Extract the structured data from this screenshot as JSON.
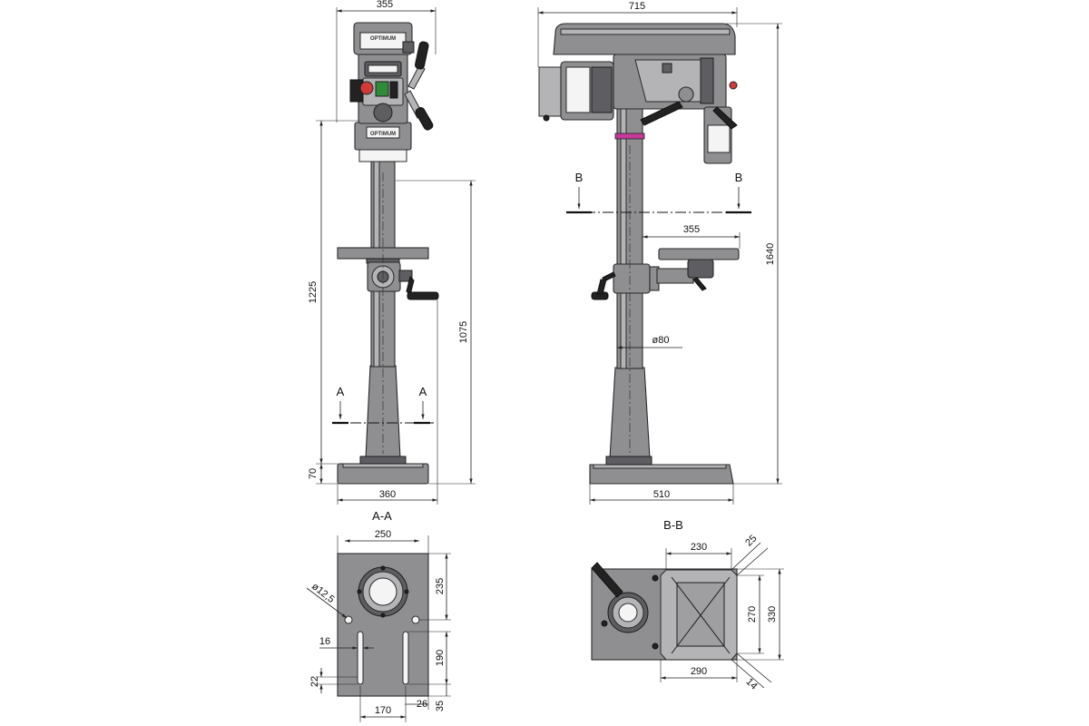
{
  "front_view": {
    "dims": {
      "head_width": "355",
      "table_height": "1225",
      "column_height": "1075",
      "base_thickness": "70",
      "base_width": "360"
    },
    "section_marks": [
      "A",
      "A"
    ],
    "brand": "OPTIMUM"
  },
  "side_view": {
    "dims": {
      "overall_depth": "715",
      "overall_height": "1640",
      "table_reach": "355",
      "column_diameter": "ø80",
      "base_depth": "510"
    },
    "section_marks": [
      "B",
      "B"
    ]
  },
  "section_aa": {
    "title": "A-A",
    "dims": {
      "width": "250",
      "top_offset": "235",
      "hole_diameter": "ø12,5",
      "slot_width": "16",
      "slot_length": "190",
      "slot_bottom": "22",
      "slot_spacing": "170",
      "edge_offset": "26",
      "bottom_offset": "35"
    }
  },
  "section_bb": {
    "title": "B-B",
    "dims": {
      "table_top_width": "230",
      "corner_chamfer": "25",
      "slot_span": "270",
      "table_depth": "330",
      "table_bottom_width": "290",
      "corner_offset": "14"
    }
  }
}
